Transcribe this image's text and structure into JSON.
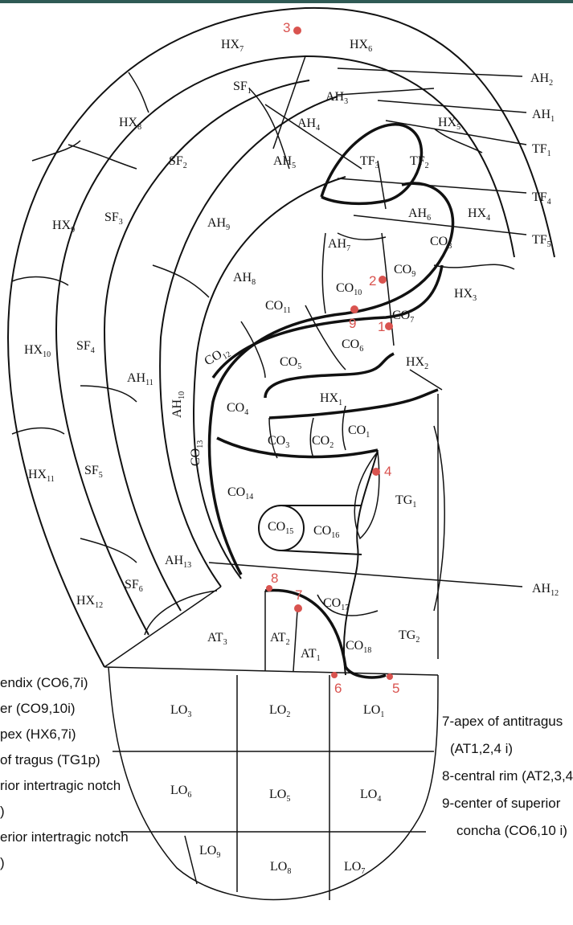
{
  "regions": {
    "HX7": "HX7",
    "HX6": "HX6",
    "HX8": "HX8",
    "HX5": "HX5",
    "HX9": "HX9",
    "HX4": "HX4",
    "HX3": "HX3",
    "HX10": "HX10",
    "HX2": "HX2",
    "HX1": "HX1",
    "HX11": "HX11",
    "HX12": "HX12",
    "SF1": "SF1",
    "SF2": "SF2",
    "SF3": "SF3",
    "SF4": "SF4",
    "SF5": "SF5",
    "SF6": "SF6",
    "AH1": "AH1",
    "AH2": "AH2",
    "AH3": "AH3",
    "AH4": "AH4",
    "AH5": "AH5",
    "AH6": "AH6",
    "AH7": "AH7",
    "AH8": "AH8",
    "AH9": "AH9",
    "AH10": "AH10",
    "AH11": "AH11",
    "AH12": "AH12",
    "AH13": "AH13",
    "TF1": "TF1",
    "TF2": "TF2",
    "TF3": "TF3",
    "TF4": "TF4",
    "TF5": "TF5",
    "CO1": "CO1",
    "CO2": "CO2",
    "CO3": "CO3",
    "CO4": "CO4",
    "CO5": "CO5",
    "CO6": "CO6",
    "CO7": "CO7",
    "CO8": "CO8",
    "CO9": "CO9",
    "CO10": "CO10",
    "CO11": "CO11",
    "CO12": "CO12",
    "CO13": "CO13",
    "CO14": "CO14",
    "CO15": "CO15",
    "CO16": "CO16",
    "CO17": "CO17",
    "CO18": "CO18",
    "TG1": "TG1",
    "TG2": "TG2",
    "AT1": "AT1",
    "AT2": "AT2",
    "AT3": "AT3",
    "LO1": "LO1",
    "LO2": "LO2",
    "LO3": "LO3",
    "LO4": "LO4",
    "LO5": "LO5",
    "LO6": "LO6",
    "LO7": "LO7",
    "LO8": "LO8",
    "LO9": "LO9"
  },
  "points": [
    "1",
    "2",
    "3",
    "4",
    "5",
    "6",
    "7",
    "8",
    "9"
  ],
  "legend_left": [
    "endix (CO6,7i)",
    "er (CO9,10i)",
    "pex (HX6,7i)",
    " of tragus (TG1p)",
    "rior intertragic notch",
    ")",
    "erior intertragic notch",
    ")"
  ],
  "legend_right": [
    "7-apex of antitragus",
    "(AT1,2,4 i)",
    "8-central rim (AT2,3,4",
    "9-center of superior",
    "concha (CO6,10 i)"
  ]
}
